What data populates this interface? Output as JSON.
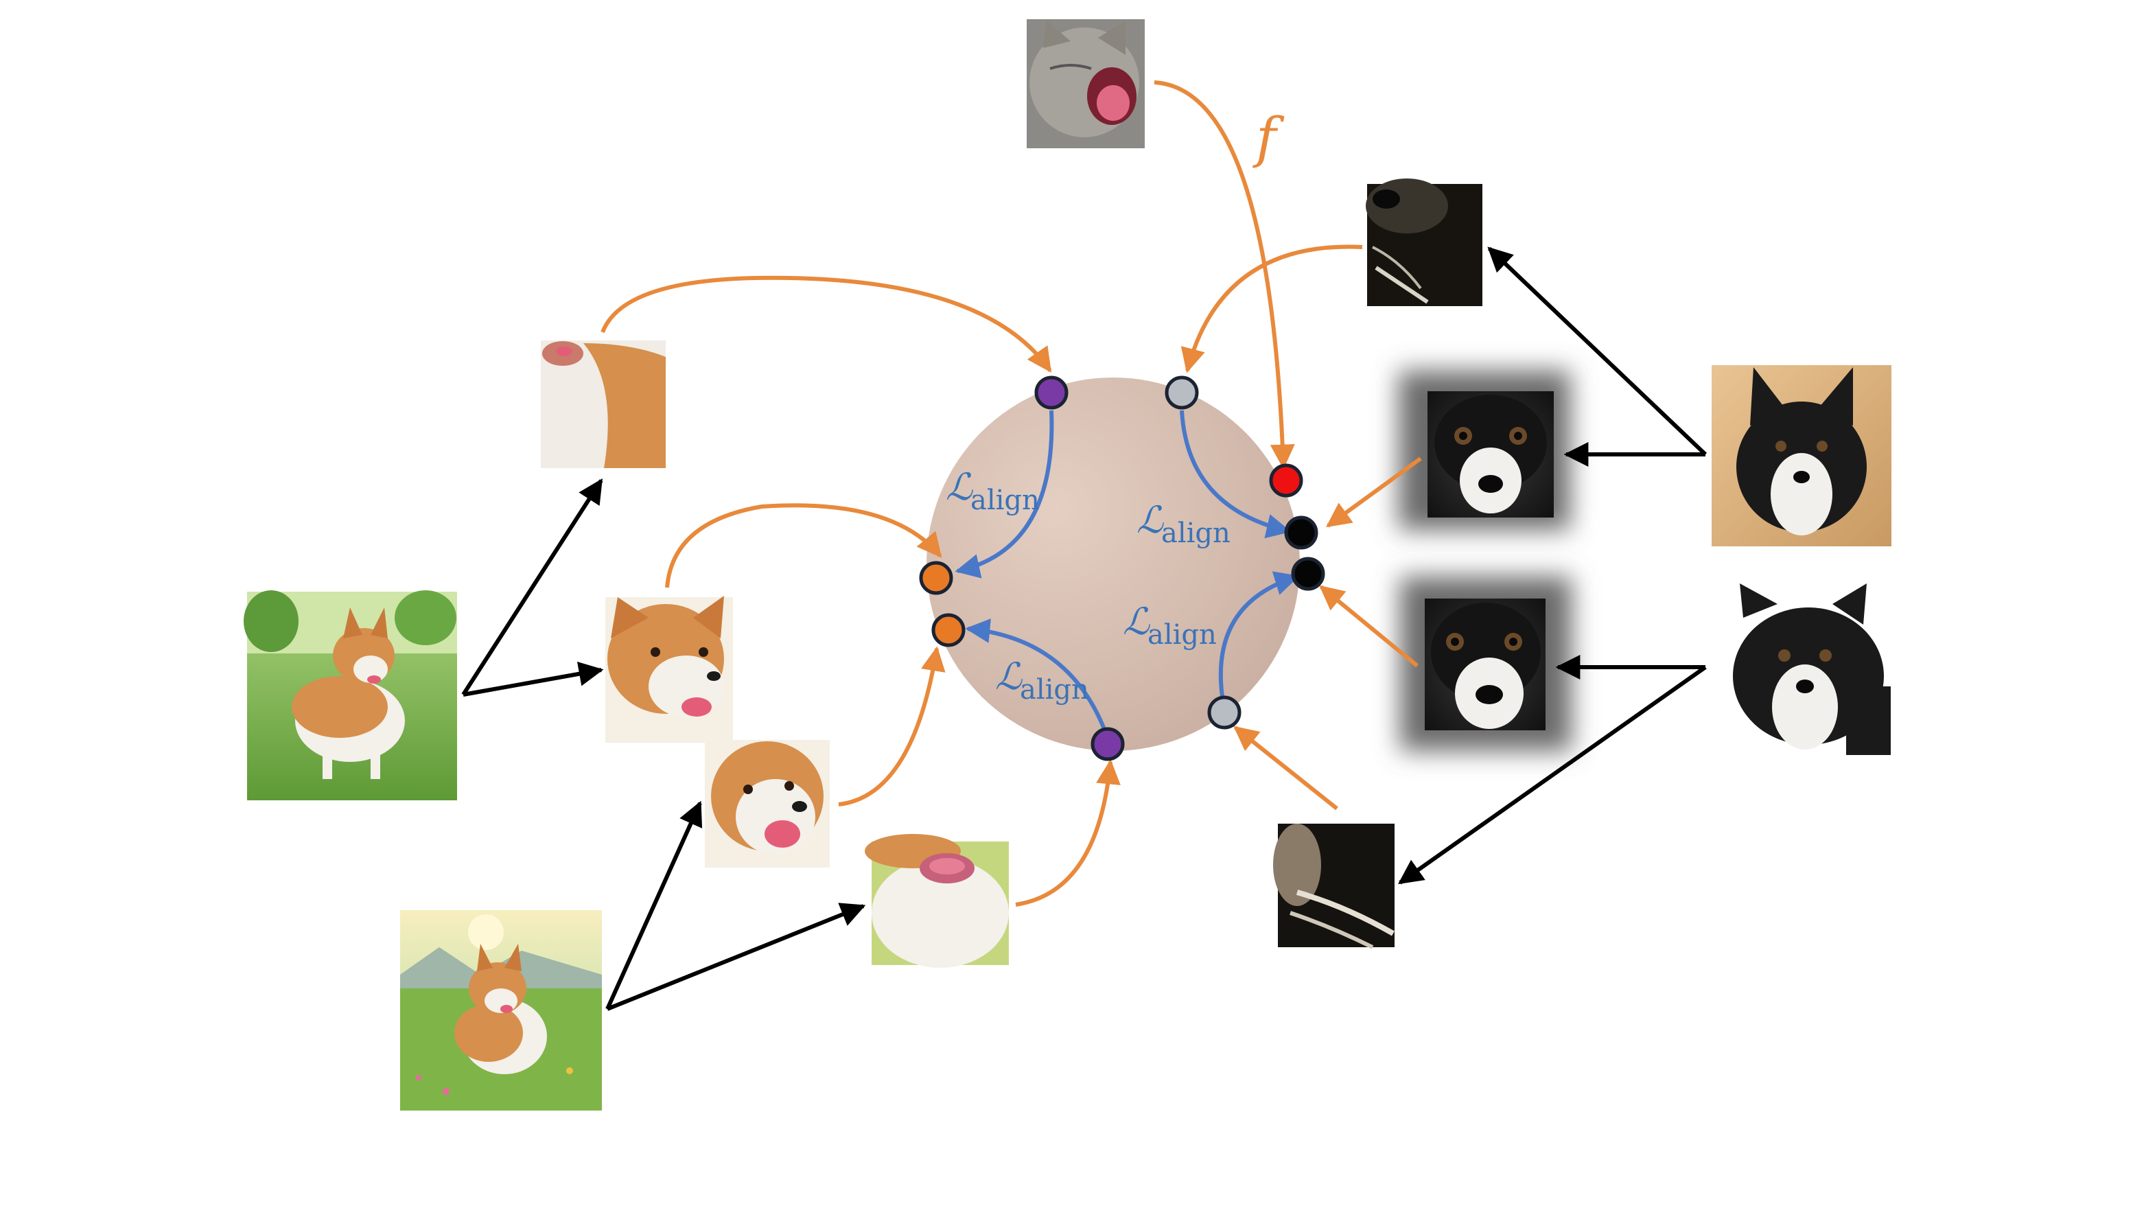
{
  "labels": {
    "loss_symbol": "ℒ",
    "loss_subscript": "align",
    "map_symbol": "f"
  },
  "colors": {
    "orange_arrow": "#e8893b",
    "blue_arrow": "#4a78c9",
    "black_arrow": "#000000",
    "sphere": "#d9c3b6",
    "point_purple": "#7a3aa6",
    "point_orange": "#e87a25",
    "point_gray": "#b8bcc3",
    "point_red": "#ee1111",
    "point_black": "#050505"
  },
  "images": [
    {
      "id": "corgi-full-1",
      "icon": "corgi-photo"
    },
    {
      "id": "corgi-full-2",
      "icon": "corgi-photo"
    },
    {
      "id": "corgi-crop-body",
      "icon": "corgi-crop"
    },
    {
      "id": "corgi-crop-head",
      "icon": "corgi-crop"
    },
    {
      "id": "corgi-crop-face",
      "icon": "corgi-crop"
    },
    {
      "id": "corgi-crop-mouth",
      "icon": "corgi-crop"
    },
    {
      "id": "cat-yawn",
      "icon": "cat-photo"
    },
    {
      "id": "collie-crop-ear",
      "icon": "collie-crop"
    },
    {
      "id": "collie-crop-face-1",
      "icon": "collie-crop"
    },
    {
      "id": "collie-crop-face-2",
      "icon": "collie-crop"
    },
    {
      "id": "collie-crop-side",
      "icon": "collie-crop"
    },
    {
      "id": "collie-full-1",
      "icon": "collie-photo"
    },
    {
      "id": "collie-full-2",
      "icon": "collie-photo"
    }
  ]
}
